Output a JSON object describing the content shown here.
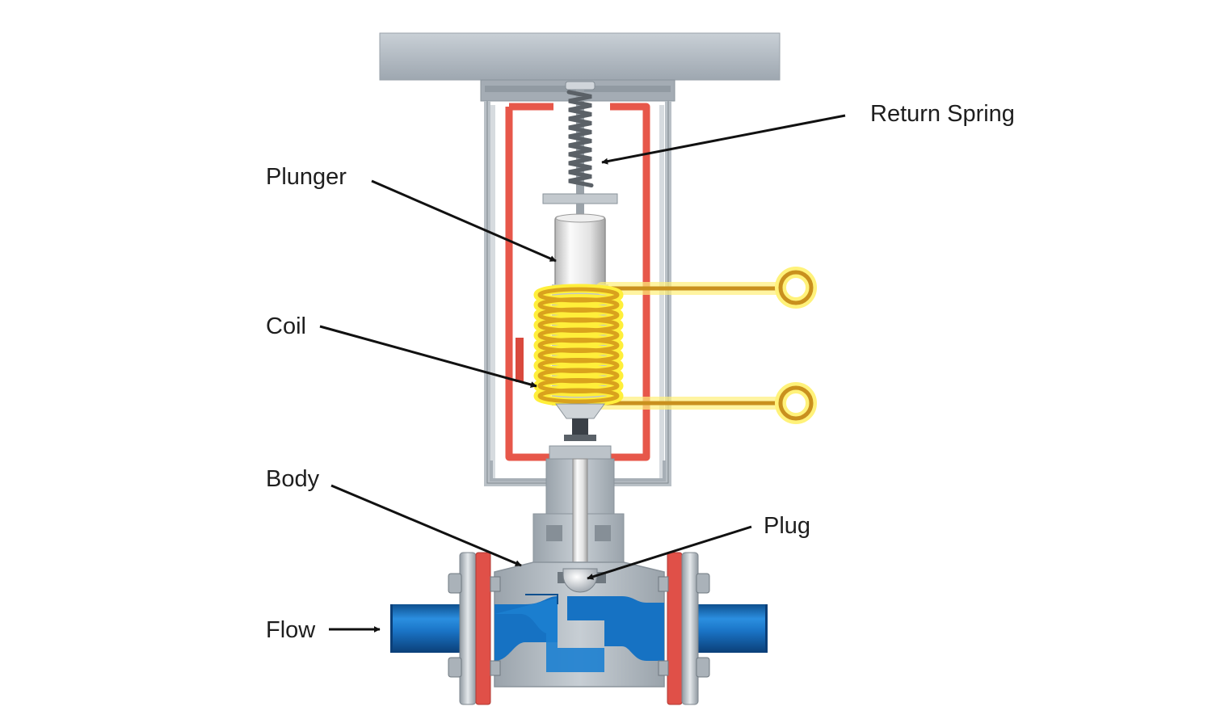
{
  "labels": {
    "return_spring": "Return Spring",
    "plunger": "Plunger",
    "coil": "Coil",
    "body": "Body",
    "plug": "Plug",
    "flow": "Flow"
  },
  "colors": {
    "housing": "#b4bcc4",
    "frame_red": "#e7574a",
    "coil_gold": "#d9a21d",
    "coil_glow": "#ffef3a",
    "fluid_blue": "#1673c2",
    "flange_red": "#e05048",
    "label_text": "#1e1e1e"
  }
}
